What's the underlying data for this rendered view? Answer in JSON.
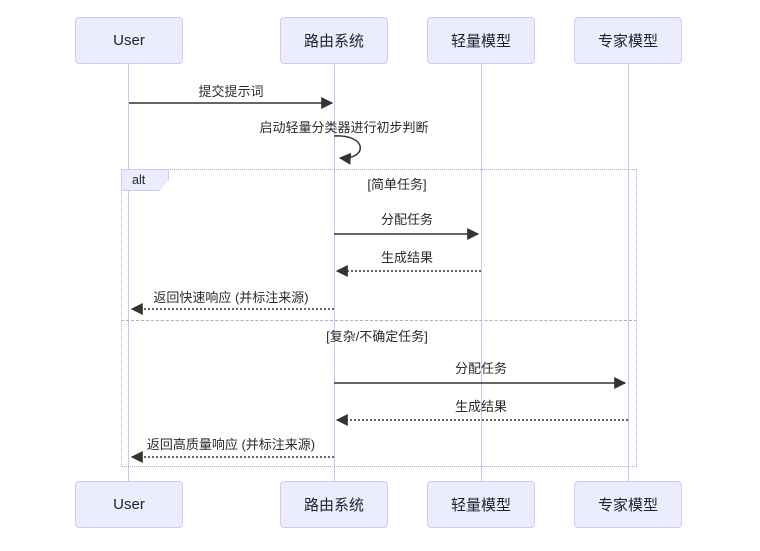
{
  "diagram": {
    "type": "sequence-diagram",
    "participants": [
      {
        "label": "User"
      },
      {
        "label": "路由系统"
      },
      {
        "label": "轻量模型"
      },
      {
        "label": "专家模型"
      }
    ],
    "pre_messages": {
      "submit_prompt": {
        "from": "User",
        "to": "路由系统",
        "line": "solid",
        "text": "提交提示词"
      },
      "classify_self": {
        "from": "路由系统",
        "to": "路由系统",
        "line": "self",
        "text": "启动轻量分类器进行初步判断"
      }
    },
    "alt": {
      "keyword": "alt",
      "branches": [
        {
          "condition": "[简单任务]",
          "messages": [
            {
              "from": "路由系统",
              "to": "轻量模型",
              "line": "solid",
              "text": "分配任务"
            },
            {
              "from": "轻量模型",
              "to": "路由系统",
              "line": "dashed",
              "text": "生成结果"
            },
            {
              "from": "路由系统",
              "to": "User",
              "line": "dashed",
              "text": "返回快速响应 (并标注来源)"
            }
          ]
        },
        {
          "condition": "[复杂/不确定任务]",
          "messages": [
            {
              "from": "路由系统",
              "to": "专家模型",
              "line": "solid",
              "text": "分配任务"
            },
            {
              "from": "专家模型",
              "to": "路由系统",
              "line": "dashed",
              "text": "生成结果"
            },
            {
              "from": "路由系统",
              "to": "User",
              "line": "dashed",
              "text": "返回高质量响应 (并标注来源)"
            }
          ]
        }
      ]
    },
    "colors": {
      "actor_fill": "#ECECFF",
      "actor_border": "#CFCCF5",
      "lifeline": "#c9c5f1",
      "frame_border": "#aeabdc",
      "arrow": "#333333",
      "text": "#333333",
      "background": "#ffffff"
    }
  }
}
